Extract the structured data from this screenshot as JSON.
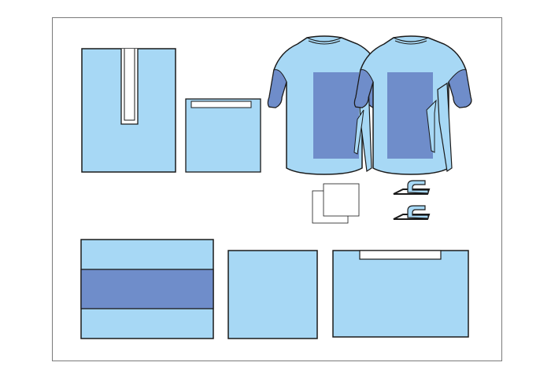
{
  "colors": {
    "light_blue": "#a7d8f5",
    "reinforced_blue": "#6f8dca",
    "outline": "#1a1a1a",
    "frame": "#7a7a7a",
    "white": "#ffffff"
  },
  "items": [
    {
      "id": "u-drape",
      "icon": "u-split-drape-icon"
    },
    {
      "id": "adhesive-drape-small",
      "icon": "adhesive-strip-drape-icon"
    },
    {
      "id": "gown-left",
      "icon": "reinforced-surgical-gown-icon"
    },
    {
      "id": "gown-right",
      "icon": "reinforced-surgical-gown-icon"
    },
    {
      "id": "towels",
      "icon": "hand-towel-icon",
      "count": 2
    },
    {
      "id": "tape-clips",
      "icon": "tape-clip-icon",
      "count": 2
    },
    {
      "id": "reinforced-table-cover",
      "icon": "reinforced-table-cover-icon"
    },
    {
      "id": "square-drape",
      "icon": "square-drape-icon"
    },
    {
      "id": "adhesive-drape-large",
      "icon": "adhesive-strip-drape-icon"
    }
  ]
}
